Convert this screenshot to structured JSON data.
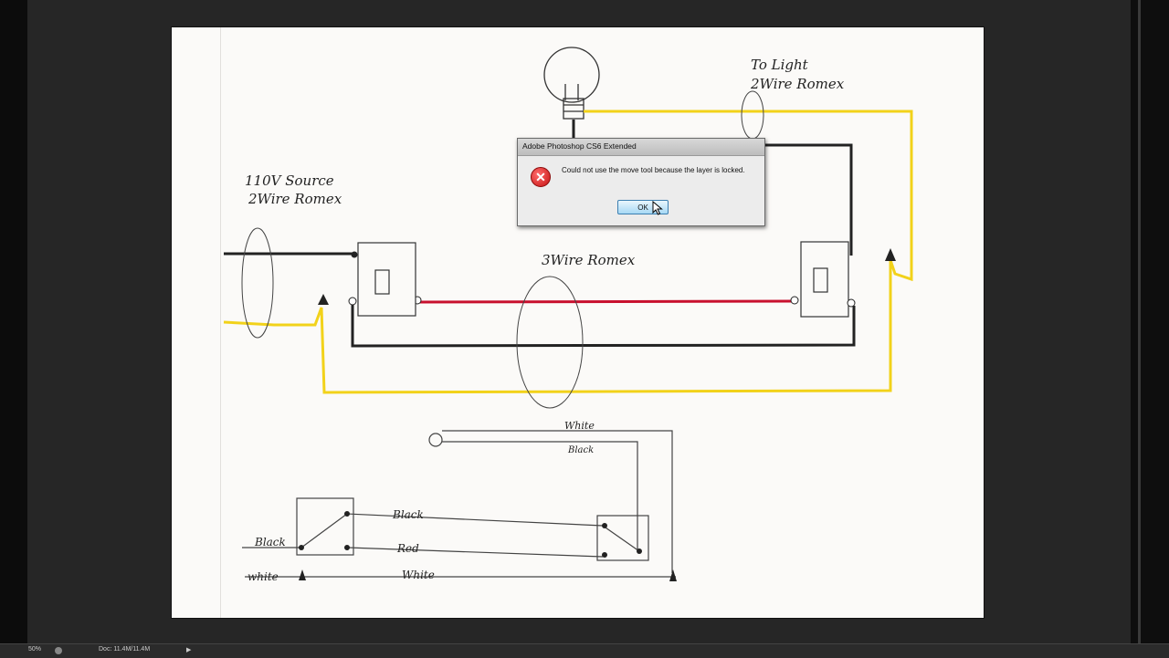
{
  "dialog": {
    "title": "Adobe Photoshop CS6 Extended",
    "message": "Could not use the move tool because the layer is locked.",
    "ok_label": "OK"
  },
  "diagram": {
    "source_label_line1": "110V Source",
    "source_label_line2": "2Wire Romex",
    "light_label_line1": "To Light",
    "light_label_line2": "2Wire Romex",
    "three_wire_label": "3Wire Romex",
    "bottom_white_top": "White",
    "bottom_black_top": "Black",
    "bottom_black_mid": "Black",
    "bottom_red_mid": "Red",
    "bottom_black_left": "Black",
    "bottom_white_left": "white",
    "bottom_white_mid": "White"
  },
  "status": {
    "zoom": "50%",
    "doc_size": "Doc: 11.4M/11.4M",
    "arrow": "▶"
  },
  "colors": {
    "black_wire": "#222222",
    "red_wire": "#c8102e",
    "yellow_wire": "#f2d21a"
  }
}
